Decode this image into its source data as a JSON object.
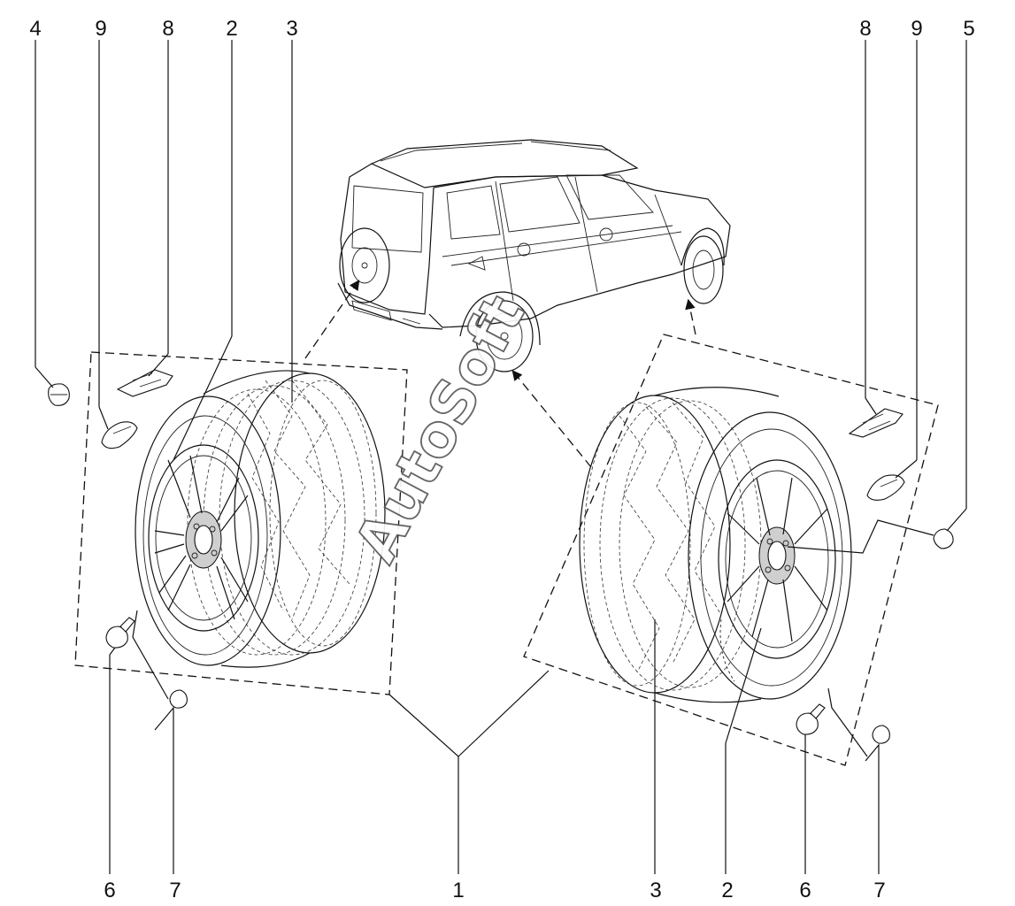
{
  "watermark": "AutoSoft",
  "callouts": {
    "top_left": [
      "4",
      "9",
      "8",
      "2",
      "3"
    ],
    "top_right": [
      "8",
      "9",
      "5"
    ],
    "bottom": [
      "6",
      "7",
      "1",
      "3",
      "2",
      "6",
      "7"
    ]
  }
}
